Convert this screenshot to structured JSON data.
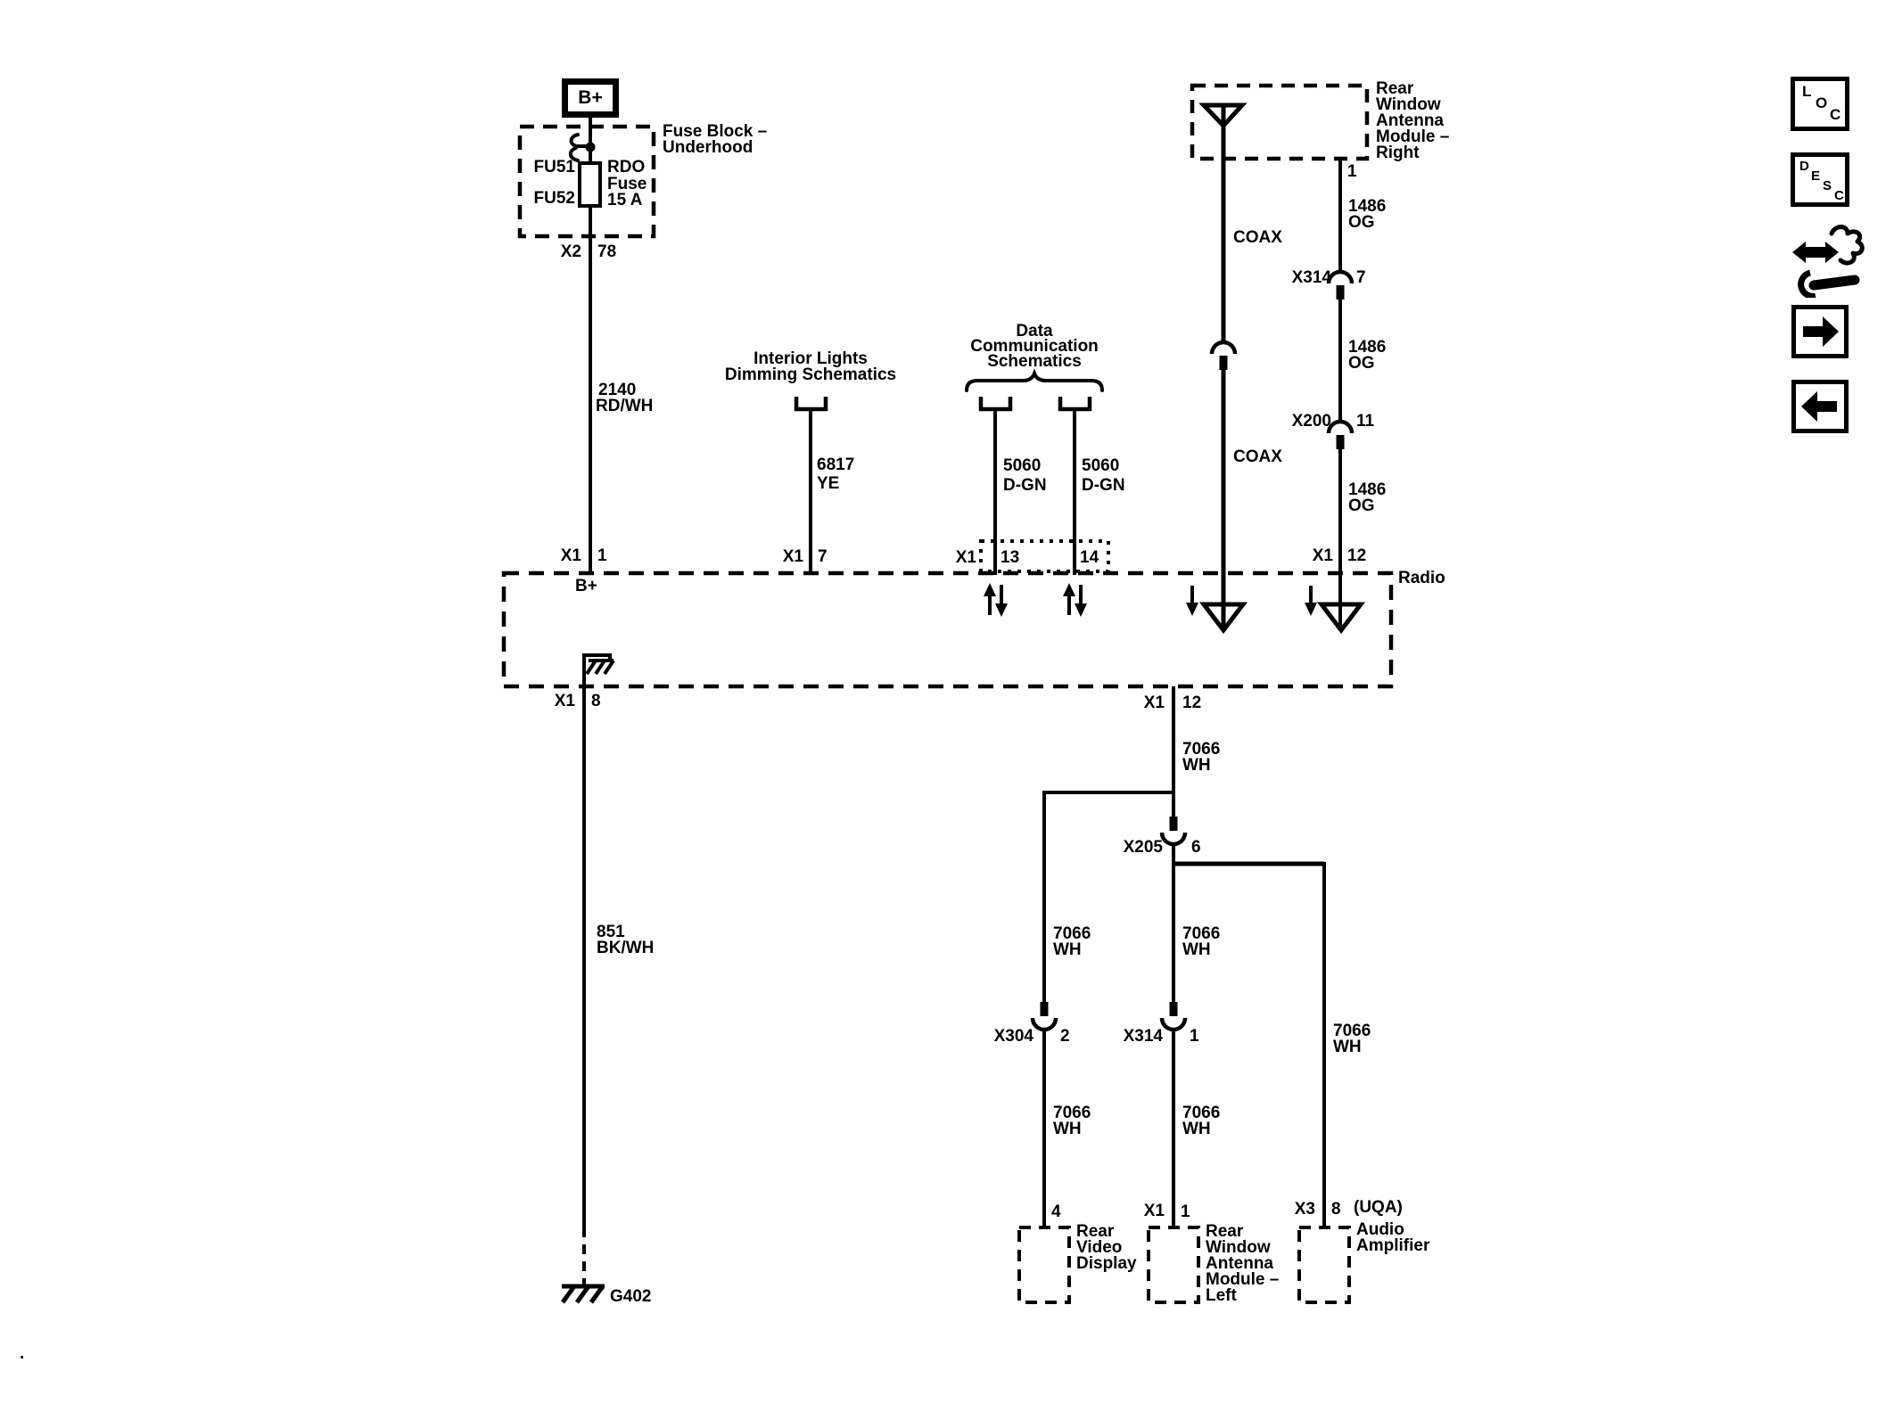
{
  "colors": {
    "ink": "#000000",
    "paper": "#ffffff"
  },
  "battery": {
    "terminal_label": "B+"
  },
  "fuse_block": {
    "title_line1": "Fuse Block –",
    "title_line2": "Underhood",
    "slot_top": "FU51",
    "slot_bottom": "FU52",
    "fuse_name": "RDO",
    "fuse_word": "Fuse",
    "fuse_rating": "15 A",
    "connector": "X2",
    "pin": "78"
  },
  "power_wire": {
    "circuit": "2140",
    "color": "RD/WH"
  },
  "radio": {
    "name": "Radio",
    "pin_power": {
      "connector": "X1",
      "pin": "1",
      "internal_label": "B+"
    },
    "pin_dimming": {
      "connector": "X1",
      "pin": "7"
    },
    "pin_data": {
      "connector": "X1",
      "pin_left": "13",
      "pin_right": "14"
    },
    "pin_antenna": {
      "connector": "X1",
      "pin": "12"
    },
    "pin_ground": {
      "connector": "X1",
      "pin": "8"
    },
    "pin_rear_out": {
      "connector": "X1",
      "pin": "12"
    }
  },
  "interior_lights": {
    "title_line1": "Interior Lights",
    "title_line2": "Dimming Schematics",
    "circuit": "6817",
    "color": "YE"
  },
  "data_comm": {
    "title_line1": "Data",
    "title_line2": "Communication",
    "title_line3": "Schematics",
    "left_circuit": "5060",
    "left_color": "D-GN",
    "right_circuit": "5060",
    "right_color": "D-GN"
  },
  "antenna_right": {
    "title_line1": "Rear",
    "title_line2": "Window",
    "title_line3": "Antenna",
    "title_line4": "Module –",
    "title_line5": "Right",
    "module_pin": "1",
    "coax_upper": "COAX",
    "coax_lower": "COAX",
    "seg1_circuit": "1486",
    "seg1_color": "OG",
    "conn1": "X314",
    "conn1_pin": "7",
    "seg2_circuit": "1486",
    "seg2_color": "OG",
    "conn2": "X200",
    "conn2_pin": "11",
    "seg3_circuit": "1486",
    "seg3_color": "OG"
  },
  "ground_path": {
    "circuit": "851",
    "color": "BK/WH",
    "ground": "G402"
  },
  "rear": {
    "out_circuit": "7066",
    "out_color": "WH",
    "splice": "X205",
    "splice_pin": "6",
    "left_up_circuit": "7066",
    "left_up_color": "WH",
    "left_conn": "X304",
    "left_conn_pin": "2",
    "left_dn_circuit": "7066",
    "left_dn_color": "WH",
    "left_pin": "4",
    "left_line1": "Rear",
    "left_line2": "Video",
    "left_line3": "Display",
    "mid_up_circuit": "7066",
    "mid_up_color": "WH",
    "mid_conn": "X314",
    "mid_conn_pin": "1",
    "mid_dn_circuit": "7066",
    "mid_dn_color": "WH",
    "mid_pin_conn": "X1",
    "mid_pin": "1",
    "mid_line1": "Rear",
    "mid_line2": "Window",
    "mid_line3": "Antenna",
    "mid_line4": "Module –",
    "mid_line5": "Left",
    "right_circuit": "7066",
    "right_color": "WH",
    "right_pin_conn": "X3",
    "right_pin": "8",
    "right_option": "(UQA)",
    "right_line1": "Audio",
    "right_line2": "Amplifier"
  },
  "sidebar": {
    "loc": [
      "L",
      "O",
      "C"
    ],
    "desc": [
      "D",
      "E",
      "S",
      "C"
    ]
  },
  "footer": {
    "mark": "."
  }
}
